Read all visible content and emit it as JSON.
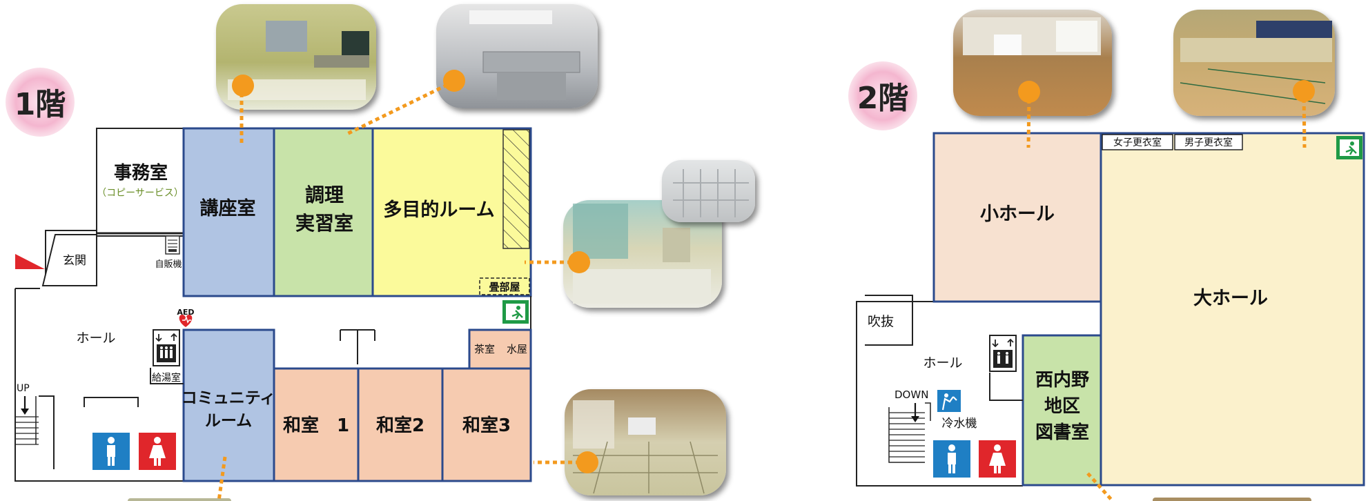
{
  "floor1": {
    "badge": "1階",
    "rooms": {
      "office": "事務室",
      "office_sub": "（コピーサービス）",
      "lecture": "講座室",
      "cooking_1": "調理",
      "cooking_2": "実習室",
      "multipurpose": "多目的ルーム",
      "tatami_small": "畳部屋",
      "entrance": "玄関",
      "vending": "自販機",
      "hall": "ホール",
      "up": "UP",
      "kyutou": "給湯室",
      "community_1": "コミュニティ",
      "community_2": "ルーム",
      "washitsu1": "和室　1",
      "washitsu2": "和室2",
      "washitsu3": "和室3",
      "chashitsu": "茶室",
      "mizuya": "水屋",
      "aed": "AED"
    }
  },
  "floor2": {
    "badge": "2階",
    "rooms": {
      "small_hall": "小ホール",
      "big_hall": "大ホール",
      "womens_locker": "女子更衣室",
      "mens_locker": "男子更衣室",
      "fukinuke": "吹抜",
      "hall": "ホール",
      "down": "DOWN",
      "water_cooler": "冷水機",
      "library_1": "西内野",
      "library_2": "地区",
      "library_3": "図書室"
    }
  },
  "colors": {
    "blue_room": "#b0c4e3",
    "green_room": "#c8e3a9",
    "yellow_room": "#fbfa9b",
    "pink_room": "#f6cbb0",
    "peach_room": "#f7e1d0",
    "cream_room": "#fbf1cc",
    "wall": "#2b4a8c",
    "marker": "#f39a1e",
    "badge": "#f3b4cd",
    "exit_green": "#1f9a46",
    "toilet_male": "#1f7fc4",
    "toilet_female": "#e0262b",
    "flag": "#e0262b"
  },
  "icons": [
    "emergency-exit-icon",
    "elevator-icon",
    "aed-icon",
    "male-toilet-icon",
    "female-toilet-icon",
    "vending-machine-icon",
    "drinking-fountain-icon",
    "entrance-flag-icon"
  ]
}
